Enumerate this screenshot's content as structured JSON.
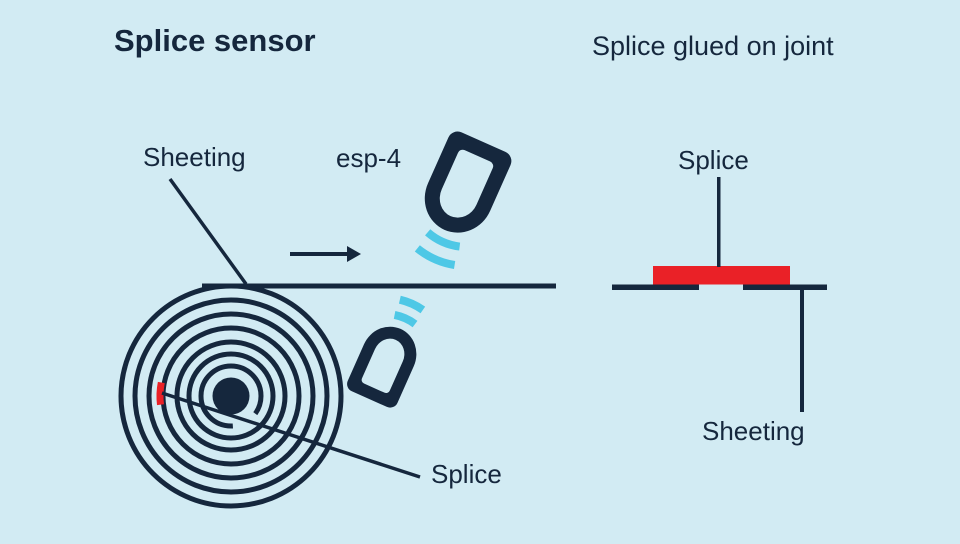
{
  "colors": {
    "bg": "#d2ebf3",
    "navy": "#15273d",
    "cyan": "#4ec8e6",
    "red": "#ea2127"
  },
  "left_panel": {
    "title": "Splice sensor",
    "sheeting_label": "Sheeting",
    "sensor_model_label": "esp-4",
    "splice_label": "Splice"
  },
  "right_panel": {
    "title": "Splice glued on joint",
    "splice_label": "Splice",
    "sheeting_label": "Sheeting"
  }
}
